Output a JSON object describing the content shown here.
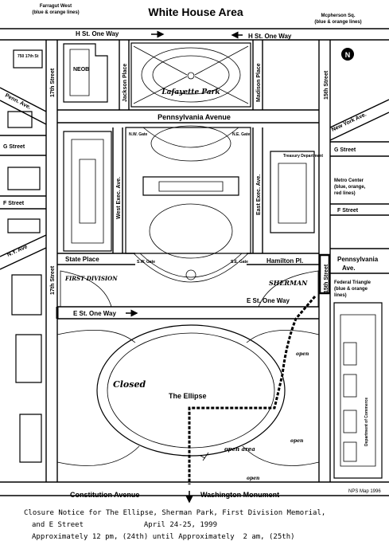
{
  "title": "White House Area",
  "metro": {
    "farragut": "Farragut West",
    "farragut_lines": "(blue & orange lines)",
    "mcpherson": "Mcpherson Sq.",
    "mcpherson_lines": "(blue & orange lines)",
    "metro_center": "Metro Center",
    "metro_center_lines": "(blue, orange,",
    "metro_center_lines2": "red lines)",
    "federal_triangle": "Federal Triangle",
    "federal_triangle_lines": "(blue & orange",
    "federal_triangle_lines2": "lines)"
  },
  "streets": {
    "h_st_left": "H  St. One Way",
    "h_st_right": "H  St. One Way",
    "seventeenth": "17th Street",
    "seventeenth_lower": "17th Street",
    "fifteenth": "15th Street",
    "fifteenth_lower": "15th Street",
    "jackson": "Jackson Place",
    "madison": "Madison Place",
    "penn_ave_left": "Penn. Ave.",
    "penn_ave_center": "Pennsylvania Avenue",
    "penn_ave_right1": "Pennsylvania",
    "penn_ave_right2": "Ave.",
    "g_street_left": "G Street",
    "g_street_right": "G Street",
    "f_street_left": "F Street",
    "f_street_right": "F Street",
    "new_york": "New York Ave.",
    "ny_ave": "N.Y. Ave",
    "west_exec": "West Exec. Ave.",
    "east_exec": "East Exec. Ave.",
    "state_place": "State Place",
    "hamilton": "Hamilton Pl.",
    "e_st_left": "E St. One Way",
    "e_st_right": "E St. One Way",
    "constitution": "Constitution Avenue",
    "washington_monument": "Washington Monument"
  },
  "places": {
    "lafayette": "Lafayette Park",
    "neob": "NEOB",
    "seventeen_f": "750 17th St",
    "treasury": "Treasury Department",
    "ellipse": "The Ellipse",
    "first_division": "FIRST DIVISION",
    "sherman": "SHERMAN",
    "commerce": "Department of Commerce",
    "nw_gate": "N.W. Gate",
    "ne_gate": "N.E. Gate",
    "sw_gate": "S.W. Gate",
    "se_gate": "S.E. Gate"
  },
  "annotations": {
    "closed": "Closed",
    "open1": "open",
    "open2": "open",
    "open3": "open",
    "open_area": "open area",
    "credit": "NPS Map 1996"
  },
  "notice": {
    "line1": "Closure Notice for The Ellipse, Sherman Park, First Division Memorial,",
    "line2": "and E Street              April 24-25, 1999",
    "line3": "Approximately 12 pm, (24th) until Approximately  2 am, (25th)"
  },
  "icons": {
    "north": "north-arrow-icon",
    "arrow": "arrow-icon"
  }
}
